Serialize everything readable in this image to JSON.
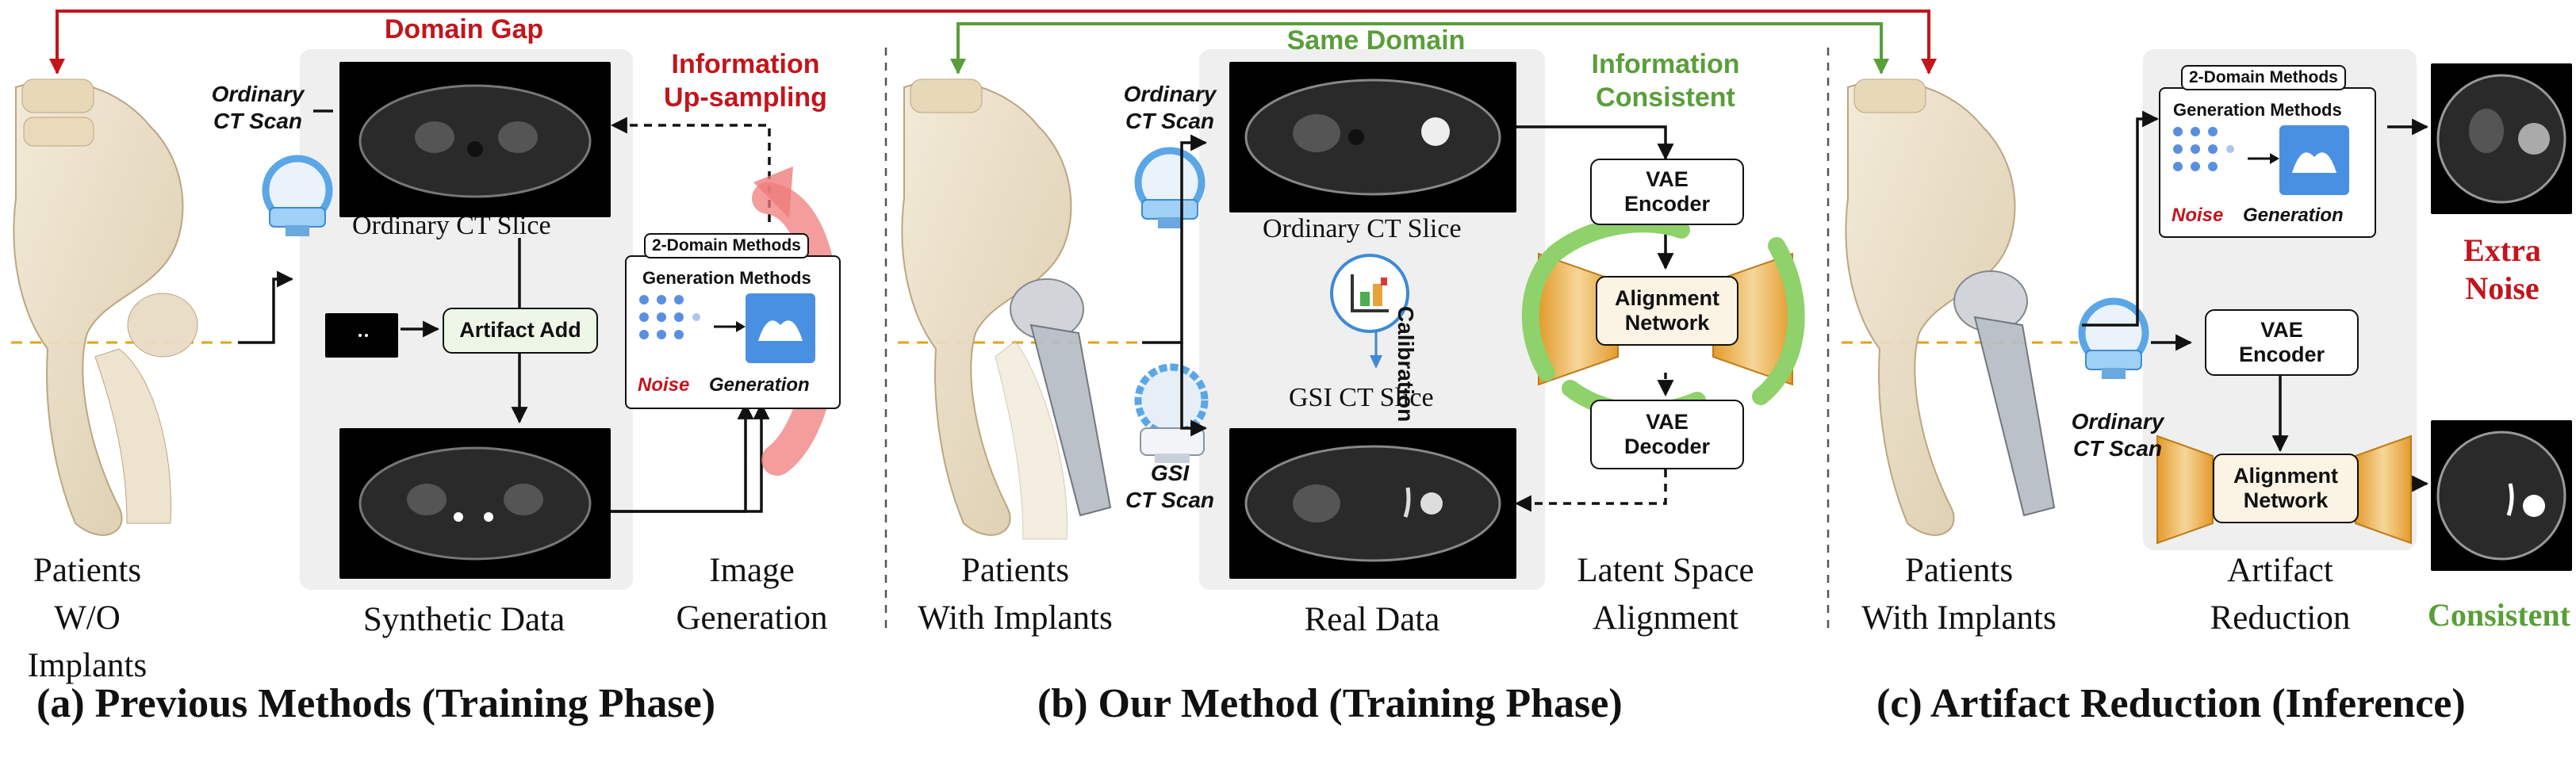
{
  "headers": {
    "domain_gap": "Domain Gap",
    "same_domain": "Same Domain",
    "info_upsampling": [
      "Information",
      "Up-sampling"
    ],
    "info_consistent": [
      "Information",
      "Consistent"
    ]
  },
  "panel_a": {
    "scan_label": [
      "Ordinary",
      "CT Scan"
    ],
    "slice_label": "Ordinary CT Slice",
    "artifact_add": "Artifact Add",
    "method_card": {
      "tab": "2-Domain Methods",
      "title": "Generation Methods",
      "noise": "Noise",
      "generation": "Generation"
    },
    "patients": [
      "Patients",
      "W/O Implants"
    ],
    "data_label": "Synthetic Data",
    "gen_label": [
      "Image",
      "Generation"
    ],
    "caption": "(a) Previous Methods (Training Phase)"
  },
  "panel_b": {
    "scan_ordinary": [
      "Ordinary",
      "CT Scan"
    ],
    "scan_gsi": [
      "GSI",
      "CT Scan"
    ],
    "ordinary_slice": "Ordinary CT Slice",
    "gsi_slice": "GSI CT Slice",
    "calibration": "Calibration",
    "vae_encoder": [
      "VAE",
      "Encoder"
    ],
    "alignment": [
      "Alignment",
      "Network"
    ],
    "vae_decoder": [
      "VAE",
      "Decoder"
    ],
    "patients": [
      "Patients",
      "With Implants"
    ],
    "data_label": "Real Data",
    "latent_label": [
      "Latent Space",
      "Alignment"
    ],
    "caption": "(b) Our Method (Training Phase)"
  },
  "panel_c": {
    "method_card": {
      "tab": "2-Domain Methods",
      "title": "Generation Methods",
      "noise": "Noise",
      "generation": "Generation"
    },
    "scan_label": [
      "Ordinary",
      "CT Scan"
    ],
    "vae_encoder": [
      "VAE",
      "Encoder"
    ],
    "alignment": [
      "Alignment",
      "Network"
    ],
    "extra_noise": [
      "Extra",
      "Noise"
    ],
    "consistent": "Consistent",
    "patients": [
      "Patients",
      "With Implants"
    ],
    "reduction_label": [
      "Artifact",
      "Reduction"
    ],
    "caption": "(c) Artifact Reduction (Inference)"
  },
  "colors": {
    "red": "#c2151c",
    "green": "#5a9e3a",
    "dash_orange": "#e0a31a",
    "funnel_orange": "#e8a23a",
    "arrow_green": "#8fd16a",
    "arrow_red": "#ef7c7c",
    "scanner_blue": "#5aa6e6"
  }
}
